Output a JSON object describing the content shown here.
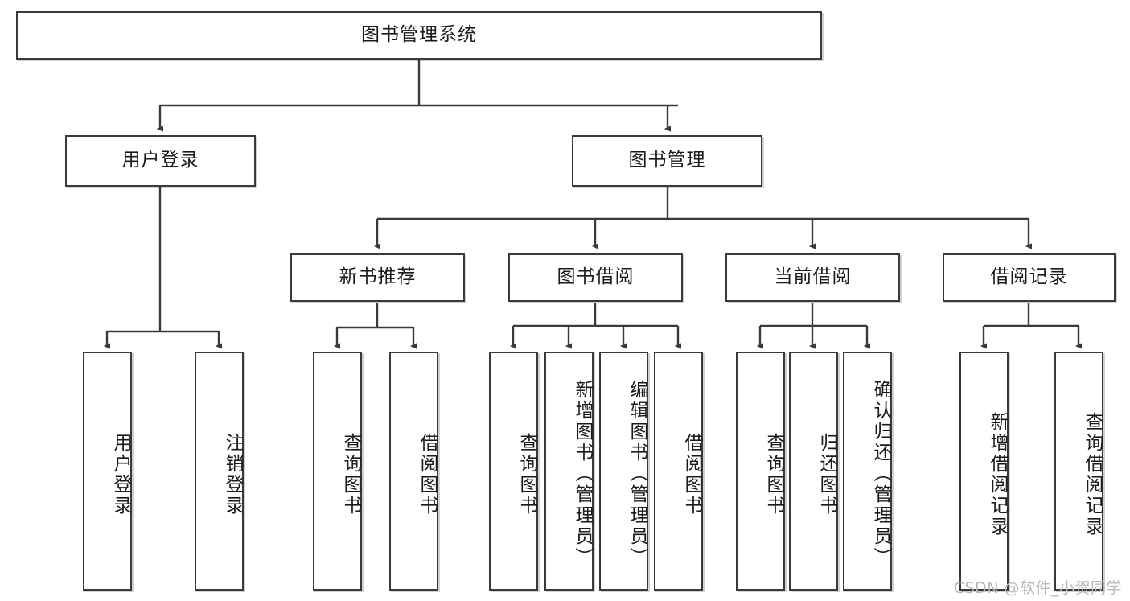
{
  "diagram": {
    "title": "图书管理系统",
    "watermark": "CSDN @软件_小贺同学",
    "colors": {
      "border": "#3a3a3a",
      "text": "#1a1a1a",
      "background": "#ffffff",
      "watermark": "#b9b9b9"
    },
    "nodes": {
      "root": {
        "label": "图书管理系统",
        "level": 1
      },
      "l2": [
        {
          "label": "用户登录",
          "level": 2
        },
        {
          "label": "图书管理",
          "level": 2
        }
      ],
      "l3": [
        {
          "label": "新书推荐",
          "level": 3
        },
        {
          "label": "图书借阅",
          "level": 3
        },
        {
          "label": "当前借阅",
          "level": 3
        },
        {
          "label": "借阅记录",
          "level": 3
        }
      ],
      "leaves": [
        {
          "label": "用户登录",
          "parent": "用户登录"
        },
        {
          "label": "注销登录",
          "parent": "用户登录"
        },
        {
          "label": "查询图书",
          "parent": "新书推荐"
        },
        {
          "label": "借阅图书",
          "parent": "新书推荐"
        },
        {
          "label": "查询图书",
          "parent": "图书借阅"
        },
        {
          "label": "新增图书（管理员）",
          "parent": "图书借阅"
        },
        {
          "label": "编辑图书（管理员）",
          "parent": "图书借阅"
        },
        {
          "label": "借阅图书",
          "parent": "图书借阅"
        },
        {
          "label": "查询图书",
          "parent": "当前借阅"
        },
        {
          "label": "归还图书",
          "parent": "当前借阅"
        },
        {
          "label": "确认归还（管理员）",
          "parent": "当前借阅"
        },
        {
          "label": "新增借阅记录",
          "parent": "借阅记录"
        },
        {
          "label": "查询借阅记录",
          "parent": "借阅记录"
        }
      ]
    }
  }
}
